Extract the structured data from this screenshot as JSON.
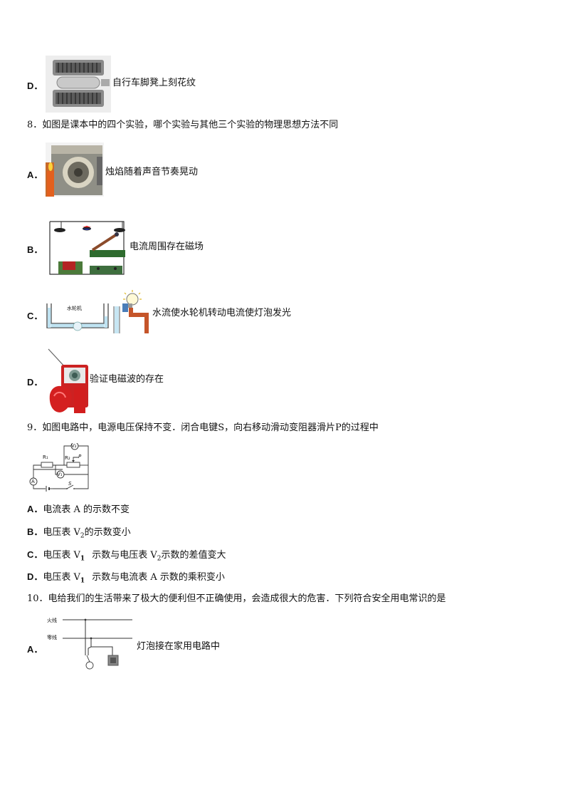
{
  "q7": {
    "optD": {
      "label": "D．",
      "text": "自行车脚凳上刻花纹"
    }
  },
  "q8": {
    "stem": "8．如图是课本中的四个实验，哪个实验与其他三个实验的物理思想方法不同",
    "options": [
      {
        "label": "A．",
        "text": "烛焰随着声音节奏晃动"
      },
      {
        "label": "B．",
        "text": "电流周围存在磁场"
      },
      {
        "label": "C．",
        "text": "水流使水轮机转动电流使灯泡发光",
        "img_text": "水轮机"
      },
      {
        "label": "D．",
        "text": "验证电磁波的存在"
      }
    ]
  },
  "q9": {
    "stem": "9．如图电路中，电源电压保持不变．闭合电键S，向右移动滑动变阻器滑片P的过程中",
    "circuit_labels": {
      "r1": "R₁",
      "r2": "R₂",
      "p": "P",
      "v2": "V₂",
      "v1": "V₁",
      "a": "A",
      "s": "S"
    },
    "options": [
      {
        "label": "A．",
        "text": "电流表 A 的示数不变"
      },
      {
        "label": "B．",
        "pre": "电压表 V",
        "sub": "2",
        "post": "的示数变小"
      },
      {
        "label": "C．",
        "pre": "电压表 V",
        "sub": "1",
        "mid": "示数与电压表 V",
        "sub2": "2",
        "post": "示数的差值变大"
      },
      {
        "label": "D．",
        "pre": "电压表 V",
        "sub": "1",
        "post": "示数与电流表 A 示数的乘积变小"
      }
    ]
  },
  "q10": {
    "stem": "10．电给我们的生活带来了极大的便利但不正确使用，会造成很大的危害．下列符合安全用电常识的是",
    "optA": {
      "label": "A．",
      "text": "灯泡接在家用电路中",
      "live": "火线",
      "neutral": "零线"
    }
  }
}
